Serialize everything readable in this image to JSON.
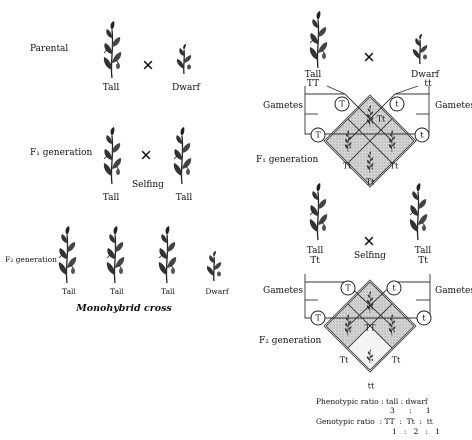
{
  "left": {
    "rows": {
      "parental": "Parental",
      "f1": "F₁ generation",
      "f2": "F₂ generation"
    },
    "parental_labels": [
      "Tall",
      "Dwarf"
    ],
    "f1_labels": [
      "Tall",
      "Tall"
    ],
    "selfing": "Selfing",
    "f2_labels": [
      "Tall",
      "Tall",
      "Tall",
      "Dwarf"
    ],
    "caption": "Monohybrid cross"
  },
  "right": {
    "parents": [
      {
        "phenotype": "Tall",
        "genotype": "TT"
      },
      {
        "phenotype": "Dwarf",
        "genotype": "tt"
      }
    ],
    "gametes_label": "Gametes",
    "f1_gametes": [
      "T",
      "t",
      "T",
      "t"
    ],
    "f1_label": "F₁ generation",
    "f1_cells": [
      "Tt",
      "Tt",
      "Tt",
      "Tt"
    ],
    "f1_parents": [
      {
        "phenotype": "Tall",
        "genotype": "Tt"
      },
      {
        "phenotype": "Tall",
        "genotype": "Tt"
      }
    ],
    "selfing": "Selfing",
    "f2_gametes": [
      "T",
      "t",
      "T",
      "t"
    ],
    "f2_label": "F₂ generation",
    "f2_cells": [
      "TT",
      "Tt",
      "Tt",
      "tt"
    ],
    "phenotypic_ratio": {
      "label": "Phenotypic ratio : tall : dwarf",
      "values": "3      :      1"
    },
    "genotypic_ratio": {
      "label": "Genotypic ratio  : TT  :  Tt  :  tt",
      "values": "1   :   2   :   1"
    }
  }
}
